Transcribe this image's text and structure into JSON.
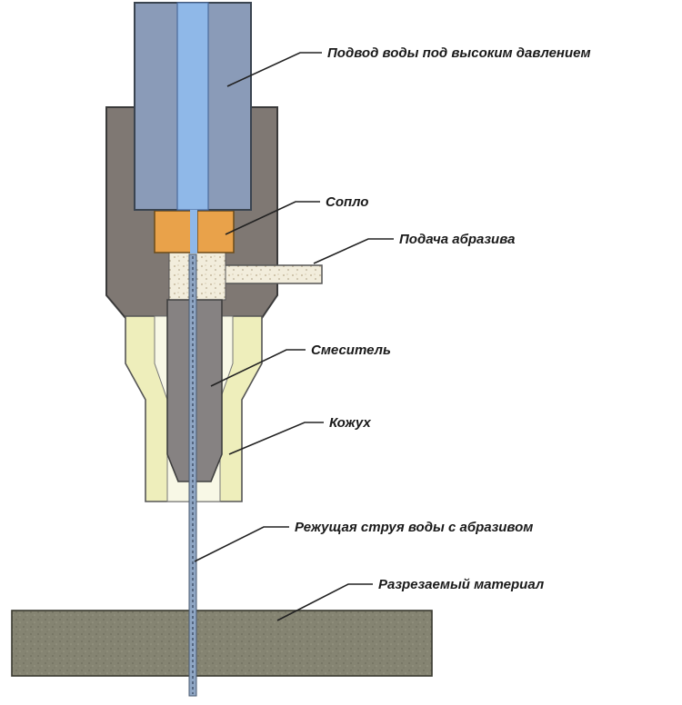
{
  "labels": {
    "water_inlet": "Подвод воды под высоким давлением",
    "nozzle": "Сопло",
    "abrasive_feed": "Подача абразива",
    "mixer": "Смеситель",
    "casing": "Кожух",
    "cutting_jet": "Режущая струя воды с абразивом",
    "material": "Разрезаемый материал"
  },
  "colors": {
    "inlet_body": "#8a9bb8",
    "water_channel": "#8fb8e8",
    "housing": "#7f7873",
    "nozzle": "#e9a24a",
    "casing": "#eeeebb",
    "mixer": "#868282",
    "abrasive": "#f2eddc",
    "material": "#858472"
  }
}
